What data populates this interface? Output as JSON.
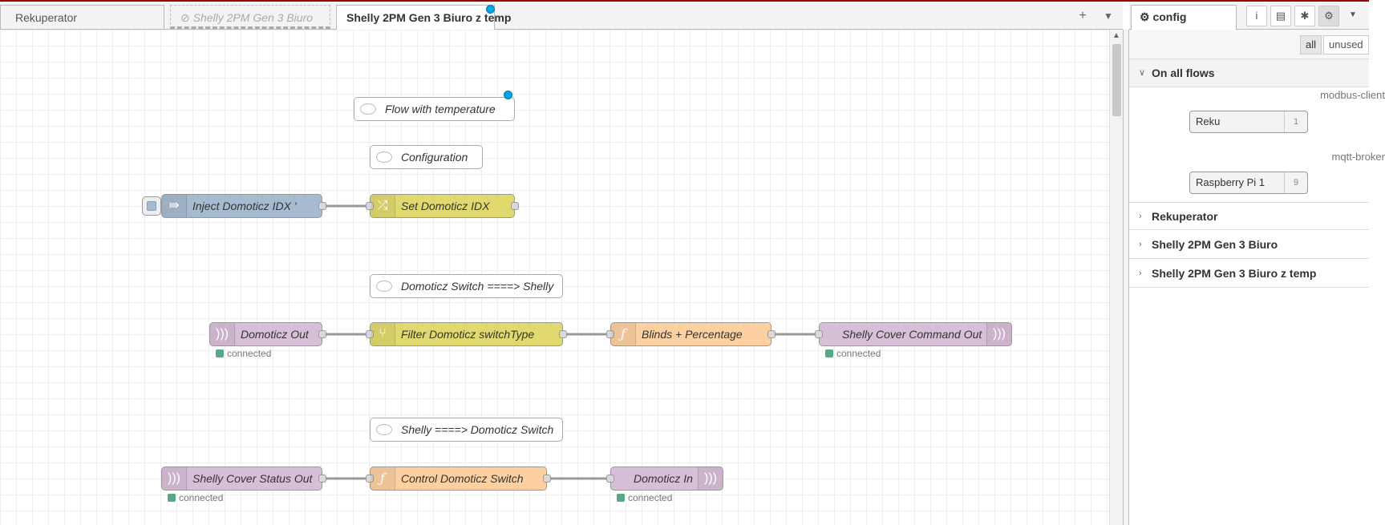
{
  "tabs": [
    {
      "label": "Rekuperator",
      "disabled": false,
      "active": false
    },
    {
      "label": "Shelly 2PM Gen 3 Biuro",
      "disabled": true,
      "active": false
    },
    {
      "label": "Shelly 2PM Gen 3 Biuro z temp",
      "disabled": false,
      "active": true
    }
  ],
  "tab_icons": {
    "add": "plus-icon",
    "menu": "caret-down-icon",
    "disabled": "ban-icon"
  },
  "flow": {
    "comments": {
      "flow_with_temperature": "Flow with temperature",
      "configuration": "Configuration",
      "domoticz_to_shelly": "Domoticz Switch ====> Shelly",
      "shelly_to_domoticz": "Shelly ====> Domoticz Switch"
    },
    "nodes": {
      "inject_domoticz_idx": "Inject Domoticz IDX '",
      "set_domoticz_idx": "Set Domoticz IDX",
      "domoticz_out": "Domoticz Out",
      "filter_domoticz_switchtype": "Filter Domoticz switchType",
      "blinds_percentage": "Blinds + Percentage",
      "shelly_cover_command_out": "Shelly Cover Command Out",
      "shelly_cover_status_out": "Shelly Cover Status Out",
      "control_domoticz_switch": "Control Domoticz Switch",
      "domoticz_in": "Domoticz In"
    },
    "status": {
      "domoticz_out": "connected",
      "shelly_cover_command_out": "connected",
      "shelly_cover_status_out": "connected",
      "domoticz_in": "connected"
    },
    "colors": {
      "inject": "#a6bbcf",
      "change": "#e2d96e",
      "function": "#fdd0a2",
      "mqtt": "#d8bfd8",
      "status_ok": "#55aa88"
    }
  },
  "sidebar": {
    "tab_label": "config",
    "tab_icon": "gear-icon",
    "buttons": [
      "info-icon",
      "book-icon",
      "bug-icon",
      "gear-icon",
      "caret-down-icon"
    ],
    "filters": {
      "all": "all",
      "unused": "unused"
    },
    "sections": {
      "on_all_flows": "On all flows",
      "rekuperator": "Rekuperator",
      "shelly_biuro": "Shelly 2PM Gen 3 Biuro",
      "shelly_biuro_temp": "Shelly 2PM Gen 3 Biuro z temp"
    },
    "config_groups": {
      "modbus": {
        "type": "modbus-client",
        "node": "Reku",
        "count": "1"
      },
      "mqtt": {
        "type": "mqtt-broker",
        "node": "Raspberry Pi 1",
        "count": "9"
      }
    }
  }
}
